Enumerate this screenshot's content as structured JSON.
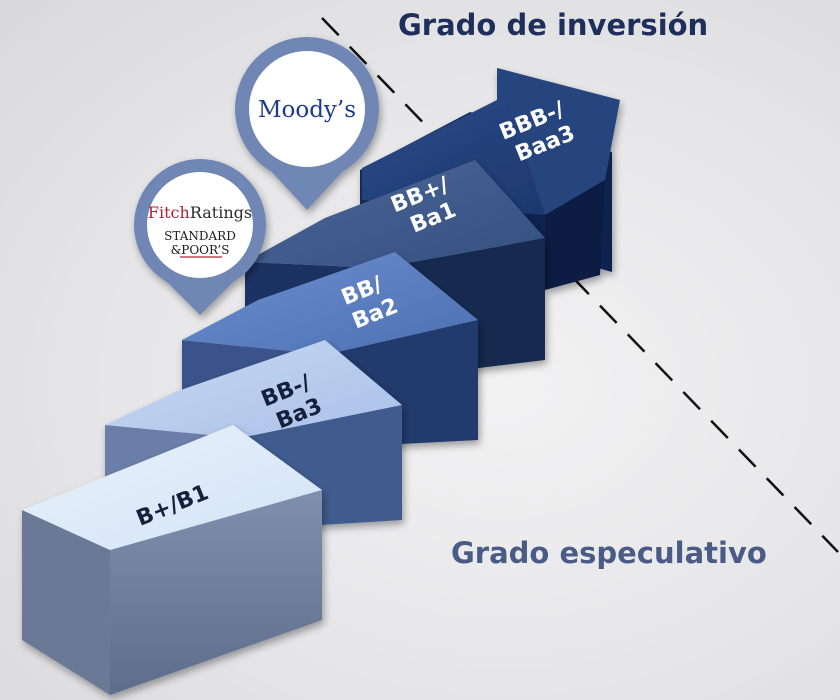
{
  "headings": {
    "top": "Grado de inversión",
    "bottom": "Grado especulativo"
  },
  "steps": [
    {
      "line1": "B+/B1",
      "line2": ""
    },
    {
      "line1": "BB-/",
      "line2": "Ba3"
    },
    {
      "line1": "BB/",
      "line2": "Ba2"
    },
    {
      "line1": "BB+/",
      "line2": "Ba1"
    },
    {
      "line1": "BBB-/",
      "line2": "Baa3"
    }
  ],
  "logos": {
    "moodys": "Moody’s",
    "fitch_a": "Fitch",
    "fitch_b": "Ratings",
    "sp_a": "STANDARD",
    "sp_b": "&POOR’S"
  },
  "colors": {
    "heading_top": "#1f2f5c",
    "heading_bottom": "#4a5c86",
    "step_text_light": "#15203c",
    "step_text_dark": "#ffffff",
    "pin_blue": "#6f86b5",
    "fitch_red": "#b32032",
    "dashed_line": "#111111"
  }
}
